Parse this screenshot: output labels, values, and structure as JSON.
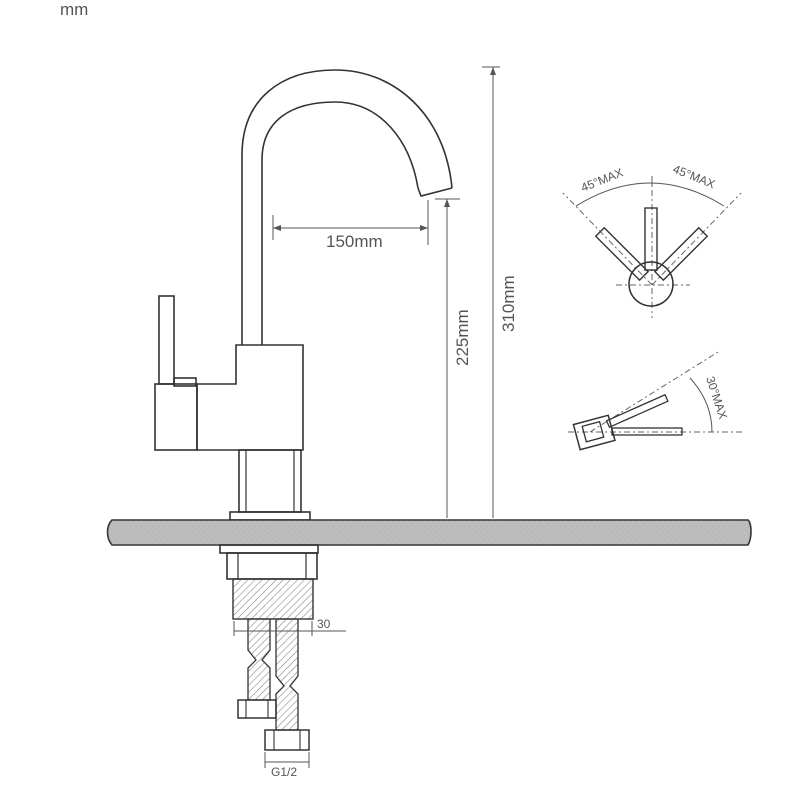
{
  "units": "mm",
  "dimensions": {
    "spout_reach": "150mm",
    "spout_height": "225mm",
    "total_height": "310mm",
    "shank_diameter": "30",
    "hose_thread": "G1/2"
  },
  "handle_rotation": {
    "left": "45°MAX",
    "right": "45°MAX",
    "lift": "30°MAX"
  },
  "colors": {
    "line": "#333333",
    "dimension": "#555555",
    "countertop_fill": "#bdbdbd",
    "hatch": "#8a8a8a"
  }
}
